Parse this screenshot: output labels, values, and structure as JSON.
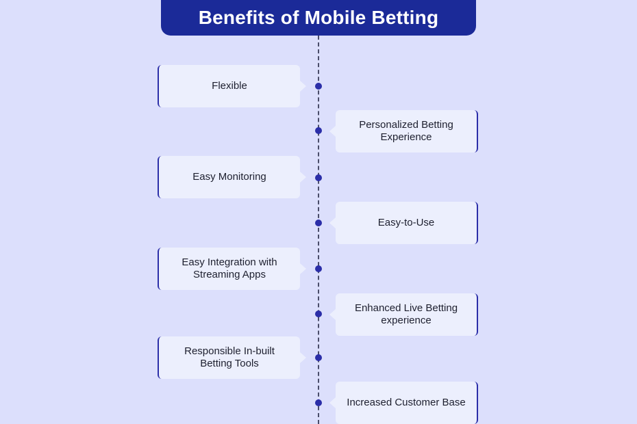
{
  "title": "Benefits of Mobile Betting",
  "colors": {
    "background": "#dcdffc",
    "title_bar": "#1b2a98",
    "card": "#eceffd",
    "accent": "#2b2ea8"
  },
  "benefits": [
    {
      "label": "Flexible",
      "side": "left"
    },
    {
      "label": "Personalized Betting Experience",
      "side": "right"
    },
    {
      "label": "Easy Monitoring",
      "side": "left"
    },
    {
      "label": "Easy-to-Use",
      "side": "right"
    },
    {
      "label": "Easy Integration with Streaming Apps",
      "side": "left"
    },
    {
      "label": "Enhanced Live Betting experience",
      "side": "right"
    },
    {
      "label": "Responsible In-built Betting Tools",
      "side": "left"
    },
    {
      "label": "Increased Customer Base",
      "side": "right"
    }
  ]
}
